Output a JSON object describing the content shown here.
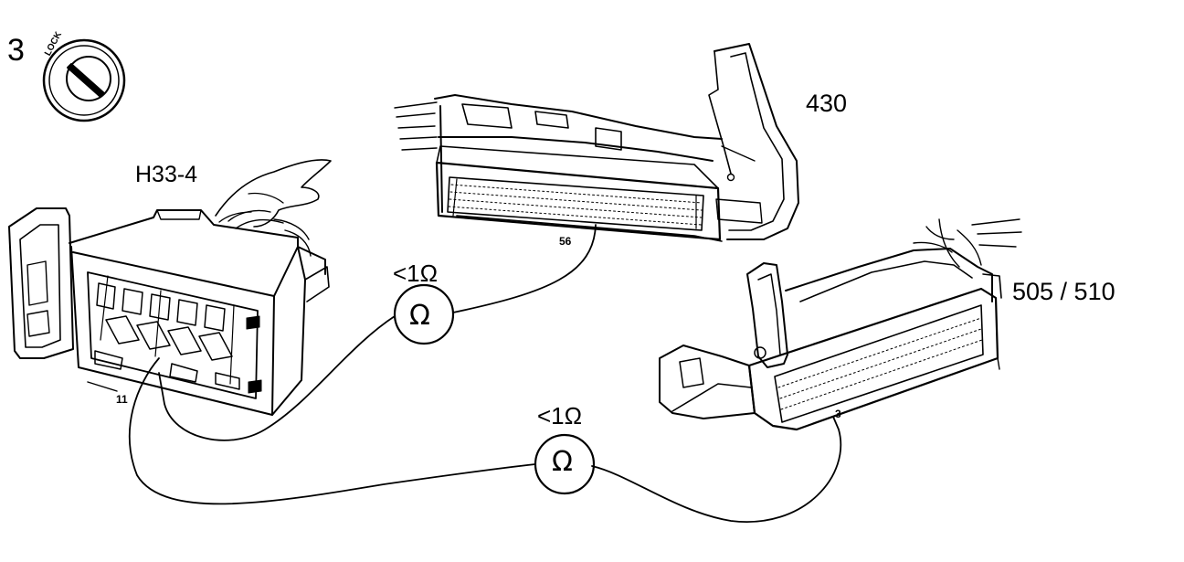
{
  "step_number": "3",
  "lock_icon": {
    "text": "LOCK"
  },
  "connectors": {
    "h33": {
      "name": "H33-4",
      "pin": "11"
    },
    "ecu_430": {
      "name": "430",
      "pin": "56"
    },
    "ecu_505": {
      "name": "505 / 510",
      "pin": "3"
    }
  },
  "measurements": [
    {
      "limit": "<1Ω",
      "symbol": "Ω"
    },
    {
      "limit": "<1Ω",
      "symbol": "Ω"
    }
  ]
}
